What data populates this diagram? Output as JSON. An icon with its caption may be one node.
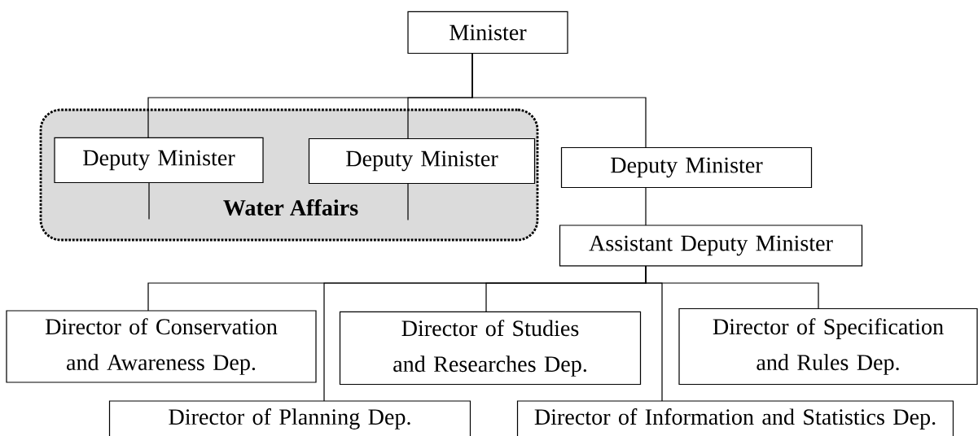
{
  "diagram": {
    "nodes": [
      {
        "text": [
          "Minister"
        ]
      },
      {
        "text": [
          "Water Affairs"
        ]
      },
      {
        "text": [
          "Deputy Minister"
        ],
        "in": 1
      },
      {
        "text": [
          "Deputy Minister"
        ],
        "in": 1
      },
      {
        "text": [
          "Deputy Minister"
        ]
      },
      {
        "text": [
          "Assistant Deputy Minister"
        ]
      },
      {
        "text": [
          "Director of Conservation and Awareness Dep."
        ]
      },
      {
        "text": [
          "Director of Studies and Researches Dep."
        ]
      },
      {
        "text": [
          "Director of Specification and Rules Dep."
        ]
      },
      {
        "text": [
          "Director of Planning Dep."
        ]
      },
      {
        "text": [
          "Director of Information and Statistics Dep."
        ]
      }
    ],
    "edges": [
      {
        "from": 0,
        "to": 2,
        "arrow": "none"
      },
      {
        "from": 0,
        "to": 3,
        "arrow": "none"
      },
      {
        "from": 0,
        "to": 4,
        "arrow": "none"
      },
      {
        "from": 2,
        "to": null,
        "arrow": "none"
      },
      {
        "from": 3,
        "to": null,
        "arrow": "none"
      },
      {
        "from": 4,
        "to": 5,
        "arrow": "none"
      },
      {
        "from": 5,
        "to": 6,
        "arrow": "none"
      },
      {
        "from": 5,
        "to": 7,
        "arrow": "none"
      },
      {
        "from": 5,
        "to": 8,
        "arrow": "none"
      },
      {
        "from": 5,
        "to": 9,
        "arrow": "none"
      },
      {
        "from": 5,
        "to": 10,
        "arrow": "none"
      }
    ]
  }
}
